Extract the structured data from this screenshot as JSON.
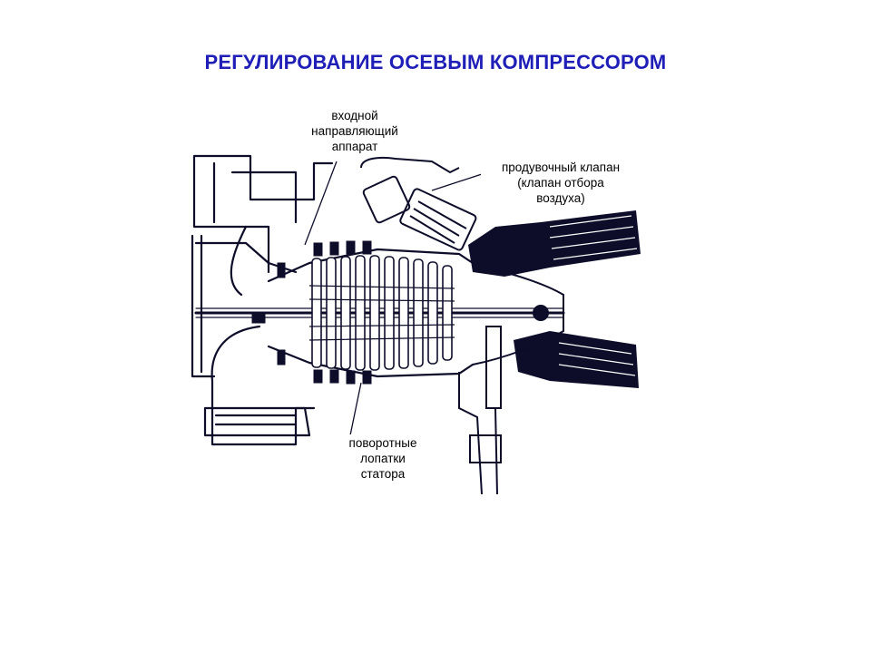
{
  "title": {
    "text": "РЕГУЛИРОВАНИЕ ОСЕВЫМ КОМПРЕССОРОМ",
    "color": "#1f1fb8"
  },
  "labels": {
    "inlet_guide_vane": [
      "входной",
      "направляющий",
      "аппарат"
    ],
    "blowoff_valve": [
      "продувочный клапан",
      "(клапан отбора",
      "воздуха)"
    ],
    "variable_stator": [
      "поворотные",
      "лопатки",
      "статора"
    ]
  },
  "drawing": {
    "line_color": "#0d0d2a"
  }
}
